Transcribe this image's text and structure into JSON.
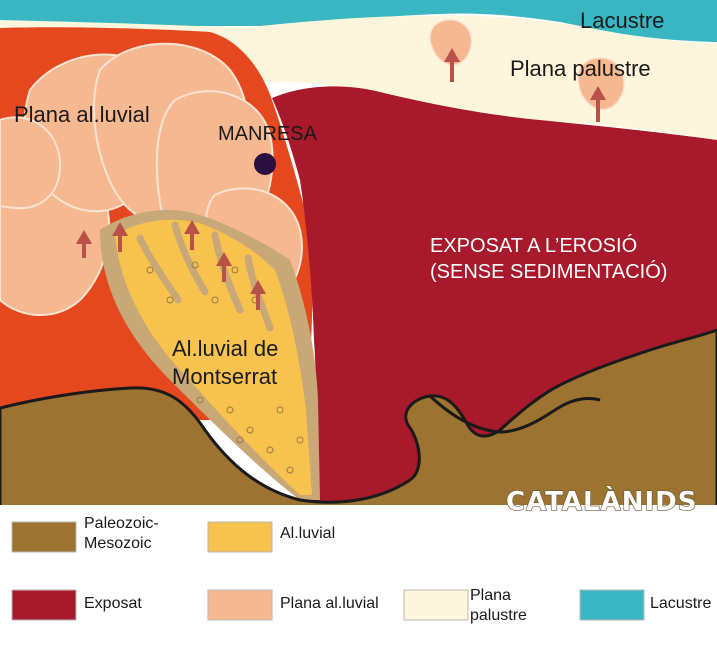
{
  "labels": {
    "lacustre": "Lacustre",
    "plana_palustre": "Plana palustre",
    "plana_alluvial": "Plana al.luvial",
    "manresa": "MANRESA",
    "exposat_line1": "EXPOSAT A L’EROSIÓ",
    "exposat_line2": "(SENSE SEDIMENTACIÓ)",
    "montserrat_line1": "Al.luvial de",
    "montserrat_line2": "Montserrat",
    "catalanids": "CATALÀNIDS"
  },
  "legend": [
    {
      "key": "paleozoic",
      "line1": "Paleozoic-",
      "line2": "Mesozoic",
      "color": "#9c7330"
    },
    {
      "key": "alluvial",
      "line1": "Al.luvial",
      "line2": "",
      "color": "#f7c24e"
    },
    {
      "key": "exposat",
      "line1": "Exposat",
      "line2": "",
      "color": "#a8192b"
    },
    {
      "key": "plana-alluvial",
      "line1": "Plana al.luvial",
      "line2": "",
      "color": "#f5b890"
    },
    {
      "key": "plana-palustre",
      "line1": "Plana",
      "line2": "palustre",
      "color": "#fdf6dc"
    },
    {
      "key": "lacustre",
      "line1": "Lacustre",
      "line2": "",
      "color": "#3ab6c3"
    }
  ],
  "colors": {
    "basement": "#9c7330",
    "alluvial": "#f7c24e",
    "exposed": "#a8192b",
    "alluvial_plain": "#f5b890",
    "palustre": "#fdf6dc",
    "lacustrine": "#3ab6c3",
    "orange_plain": "#e5471f"
  }
}
